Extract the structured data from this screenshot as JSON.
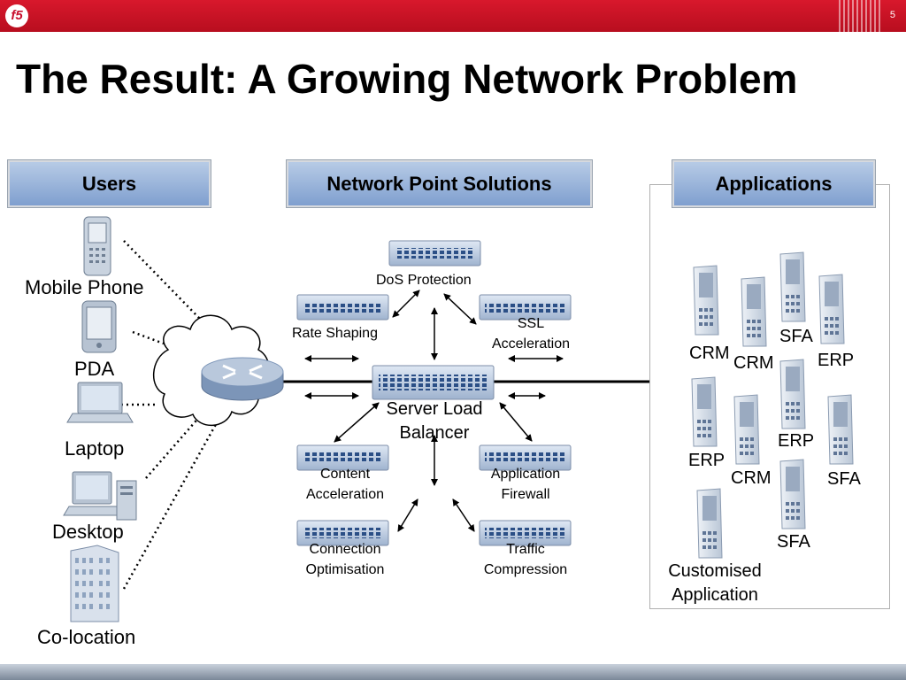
{
  "slide": {
    "page_number": "5",
    "title": "The Result: A Growing Network Problem"
  },
  "headers": {
    "users": "Users",
    "network": "Network Point Solutions",
    "applications": "Applications"
  },
  "users": {
    "mobile_phone": "Mobile Phone",
    "pda": "PDA",
    "laptop": "Laptop",
    "desktop": "Desktop",
    "colocation": "Co-location"
  },
  "network": {
    "dos": "DoS Protection",
    "rate_shaping": "Rate Shaping",
    "ssl_1": "SSL",
    "ssl_2": "Acceleration",
    "slb_1": "Server Load",
    "slb_2": "Balancer",
    "content_1": "Content",
    "content_2": "Acceleration",
    "firewall_1": "Application",
    "firewall_2": "Firewall",
    "connection_1": "Connection",
    "connection_2": "Optimisation",
    "traffic_1": "Traffic",
    "traffic_2": "Compression"
  },
  "applications": {
    "crm_a": "CRM",
    "crm_b": "CRM",
    "sfa_a": "SFA",
    "erp_a": "ERP",
    "erp_b": "ERP",
    "erp_c": "ERP",
    "crm_c": "CRM",
    "sfa_b": "SFA",
    "sfa_c": "SFA",
    "custom_1": "Customised",
    "custom_2": "Application"
  },
  "colors": {
    "brand_red": "#c8102e",
    "header_blue": "#8fabd8"
  }
}
